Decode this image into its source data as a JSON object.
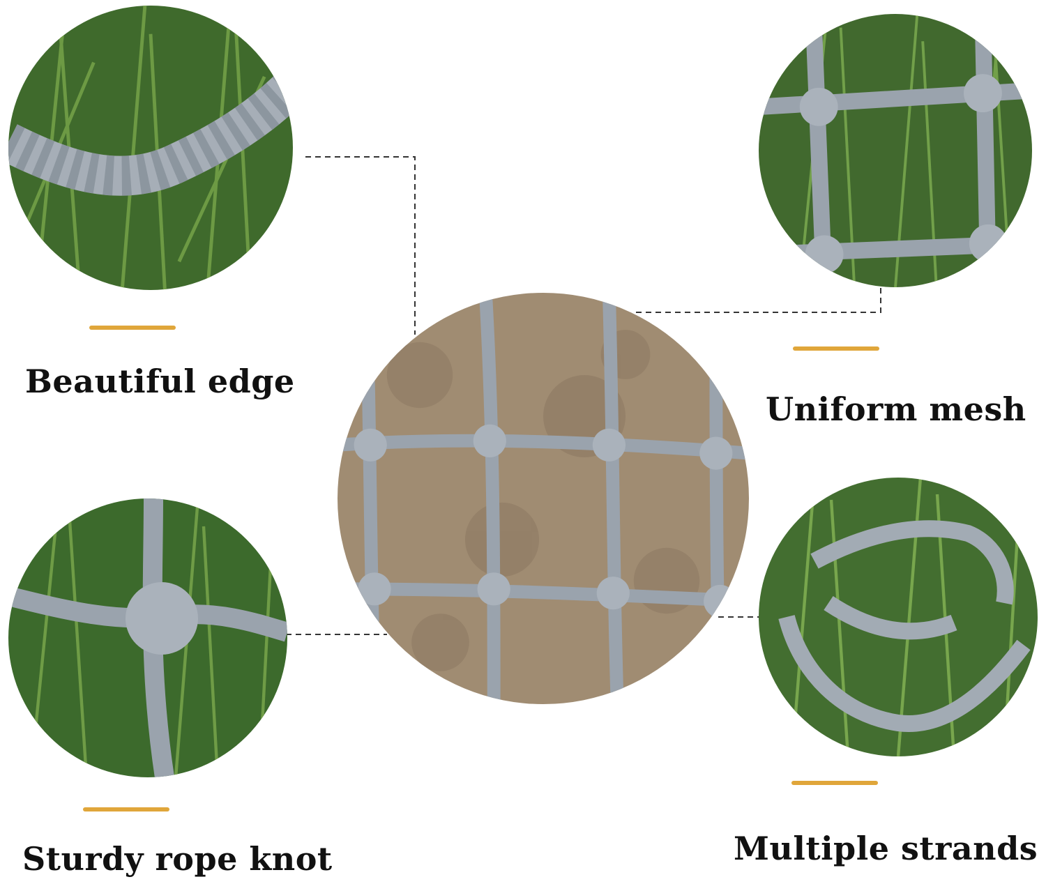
{
  "captions": {
    "beautiful_edge": "Beautiful edge",
    "uniform_mesh": "Uniform mesh",
    "sturdy_rope_knot": "Sturdy rope knot",
    "multiple_strands": "Multiple strands"
  },
  "colors": {
    "accent_underline": "#E0A63A",
    "rope": "#9aa3ad",
    "grass": "#3f6a2c",
    "sand": "#a08c72",
    "connector": "#333333"
  },
  "icons": {
    "beautiful_edge_photo": "rope-edge-on-grass",
    "uniform_mesh_photo": "mesh-square-on-grass",
    "net_center_photo": "rope-net-on-sand",
    "sturdy_rope_knot_photo": "rope-knot-on-grass",
    "multiple_strands_photo": "rope-strands-on-grass"
  }
}
